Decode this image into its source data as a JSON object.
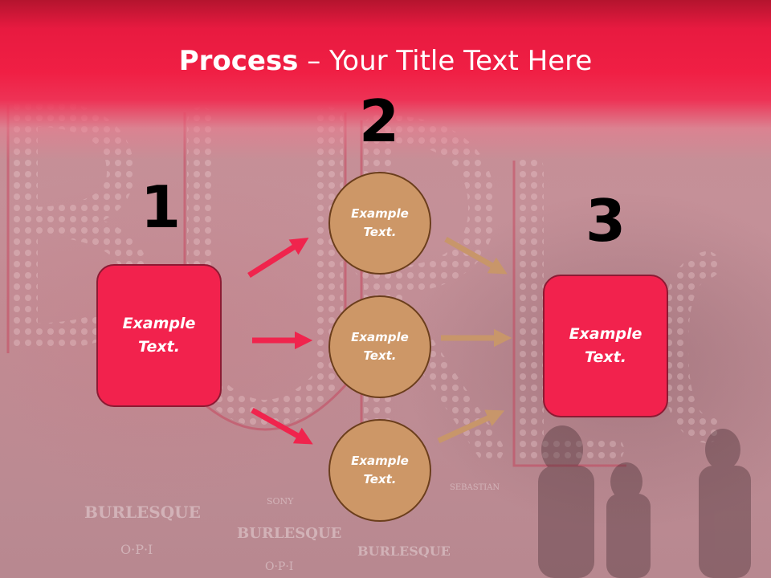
{
  "title": {
    "bold": "Process",
    "rest": " – Your Title Text Here"
  },
  "steps": [
    {
      "number": "1",
      "text_line1": "Example",
      "text_line2": "Text."
    },
    {
      "number": "2"
    },
    {
      "number": "3",
      "text_line1": "Example",
      "text_line2": "Text."
    }
  ],
  "circles": [
    {
      "text_line1": "Example",
      "text_line2": "Text."
    },
    {
      "text_line1": "Example",
      "text_line2": "Text."
    },
    {
      "text_line1": "Example",
      "text_line2": "Text."
    }
  ],
  "background_text": {
    "sign": "BURLESQUE",
    "sponsors": [
      "BURLESQUE",
      "SONY",
      "O·P·I",
      "BURLESQUE",
      "BURLESQUE",
      "SEBASTIAN",
      "O·P·I"
    ]
  },
  "colors": {
    "header": "#f01f44",
    "box_fill": "#f2224d",
    "box_border": "#8d1a33",
    "circle_fill": "#cd9767",
    "circle_border": "#6b3e1c",
    "red_arrow": "#f0244d",
    "tan_arrow": "#c8966a"
  }
}
